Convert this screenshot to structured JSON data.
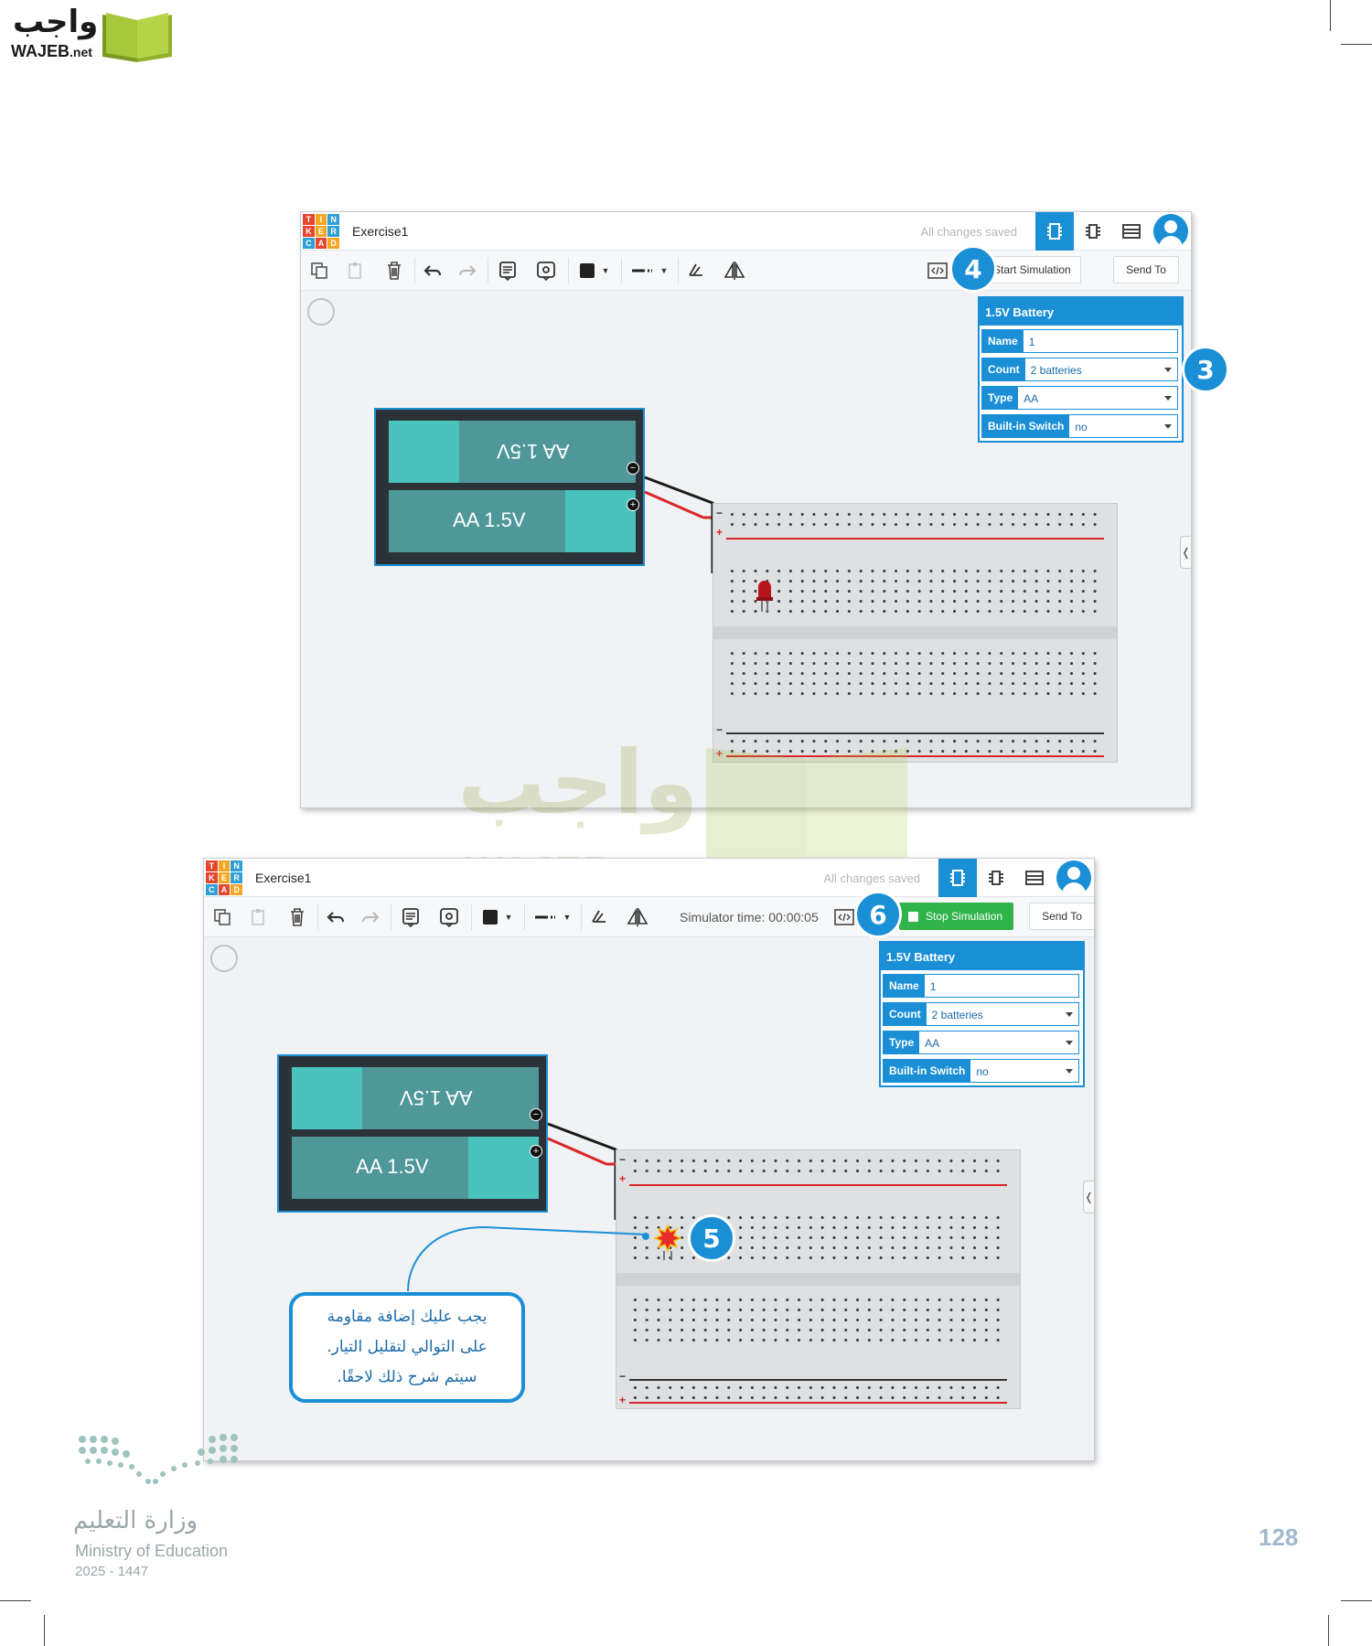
{
  "brand": {
    "arabic": "واجب",
    "latin": "WAJEB",
    "suffix": ".net"
  },
  "watermark": {
    "arabic": "واجب",
    "latin": "WAJEB.net"
  },
  "app": {
    "logo_letters": [
      "T",
      "I",
      "N",
      "K",
      "E",
      "R",
      "C",
      "A",
      "D"
    ],
    "logo_colors": [
      "#e6452e",
      "#f5a623",
      "#2f9fd6",
      "#e6452e",
      "#f5a623",
      "#2f9fd6",
      "#2f9fd6",
      "#e6452e",
      "#f5a623"
    ],
    "title": "Exercise1",
    "saved_status": "All changes saved",
    "send_to": "Send To",
    "accent": "#1a8fd6"
  },
  "screen1": {
    "start_simulation": "Start Simulation",
    "callouts": {
      "start": "4",
      "count": "3"
    }
  },
  "screen2": {
    "simulator_time": "Simulator time: 00:00:05",
    "stop_simulation": "Stop Simulation",
    "callouts": {
      "stop": "6",
      "led": "5"
    },
    "note": [
      "يجب عليك إضافة مقاومة",
      "على التوالي لتقليل التيار.",
      "سيتم شرح ذلك لاحقًا."
    ]
  },
  "inspector": {
    "title": "1.5V Battery",
    "rows": [
      {
        "label": "Name",
        "value": "1"
      },
      {
        "label": "Count",
        "value": "2 batteries"
      },
      {
        "label": "Type",
        "value": "AA"
      },
      {
        "label": "Built-in Switch",
        "value": "no"
      }
    ]
  },
  "battery": {
    "cell_label": "AA 1.5V",
    "terminal_neg": "−",
    "terminal_pos": "+"
  },
  "breadboard": {
    "rail_pos": "+",
    "rail_neg": "−"
  },
  "footer": {
    "ministry_ar": "وزارة التعليم",
    "ministry_en": "Ministry of Education",
    "year": "2025 - 1447",
    "page_number": "128"
  }
}
